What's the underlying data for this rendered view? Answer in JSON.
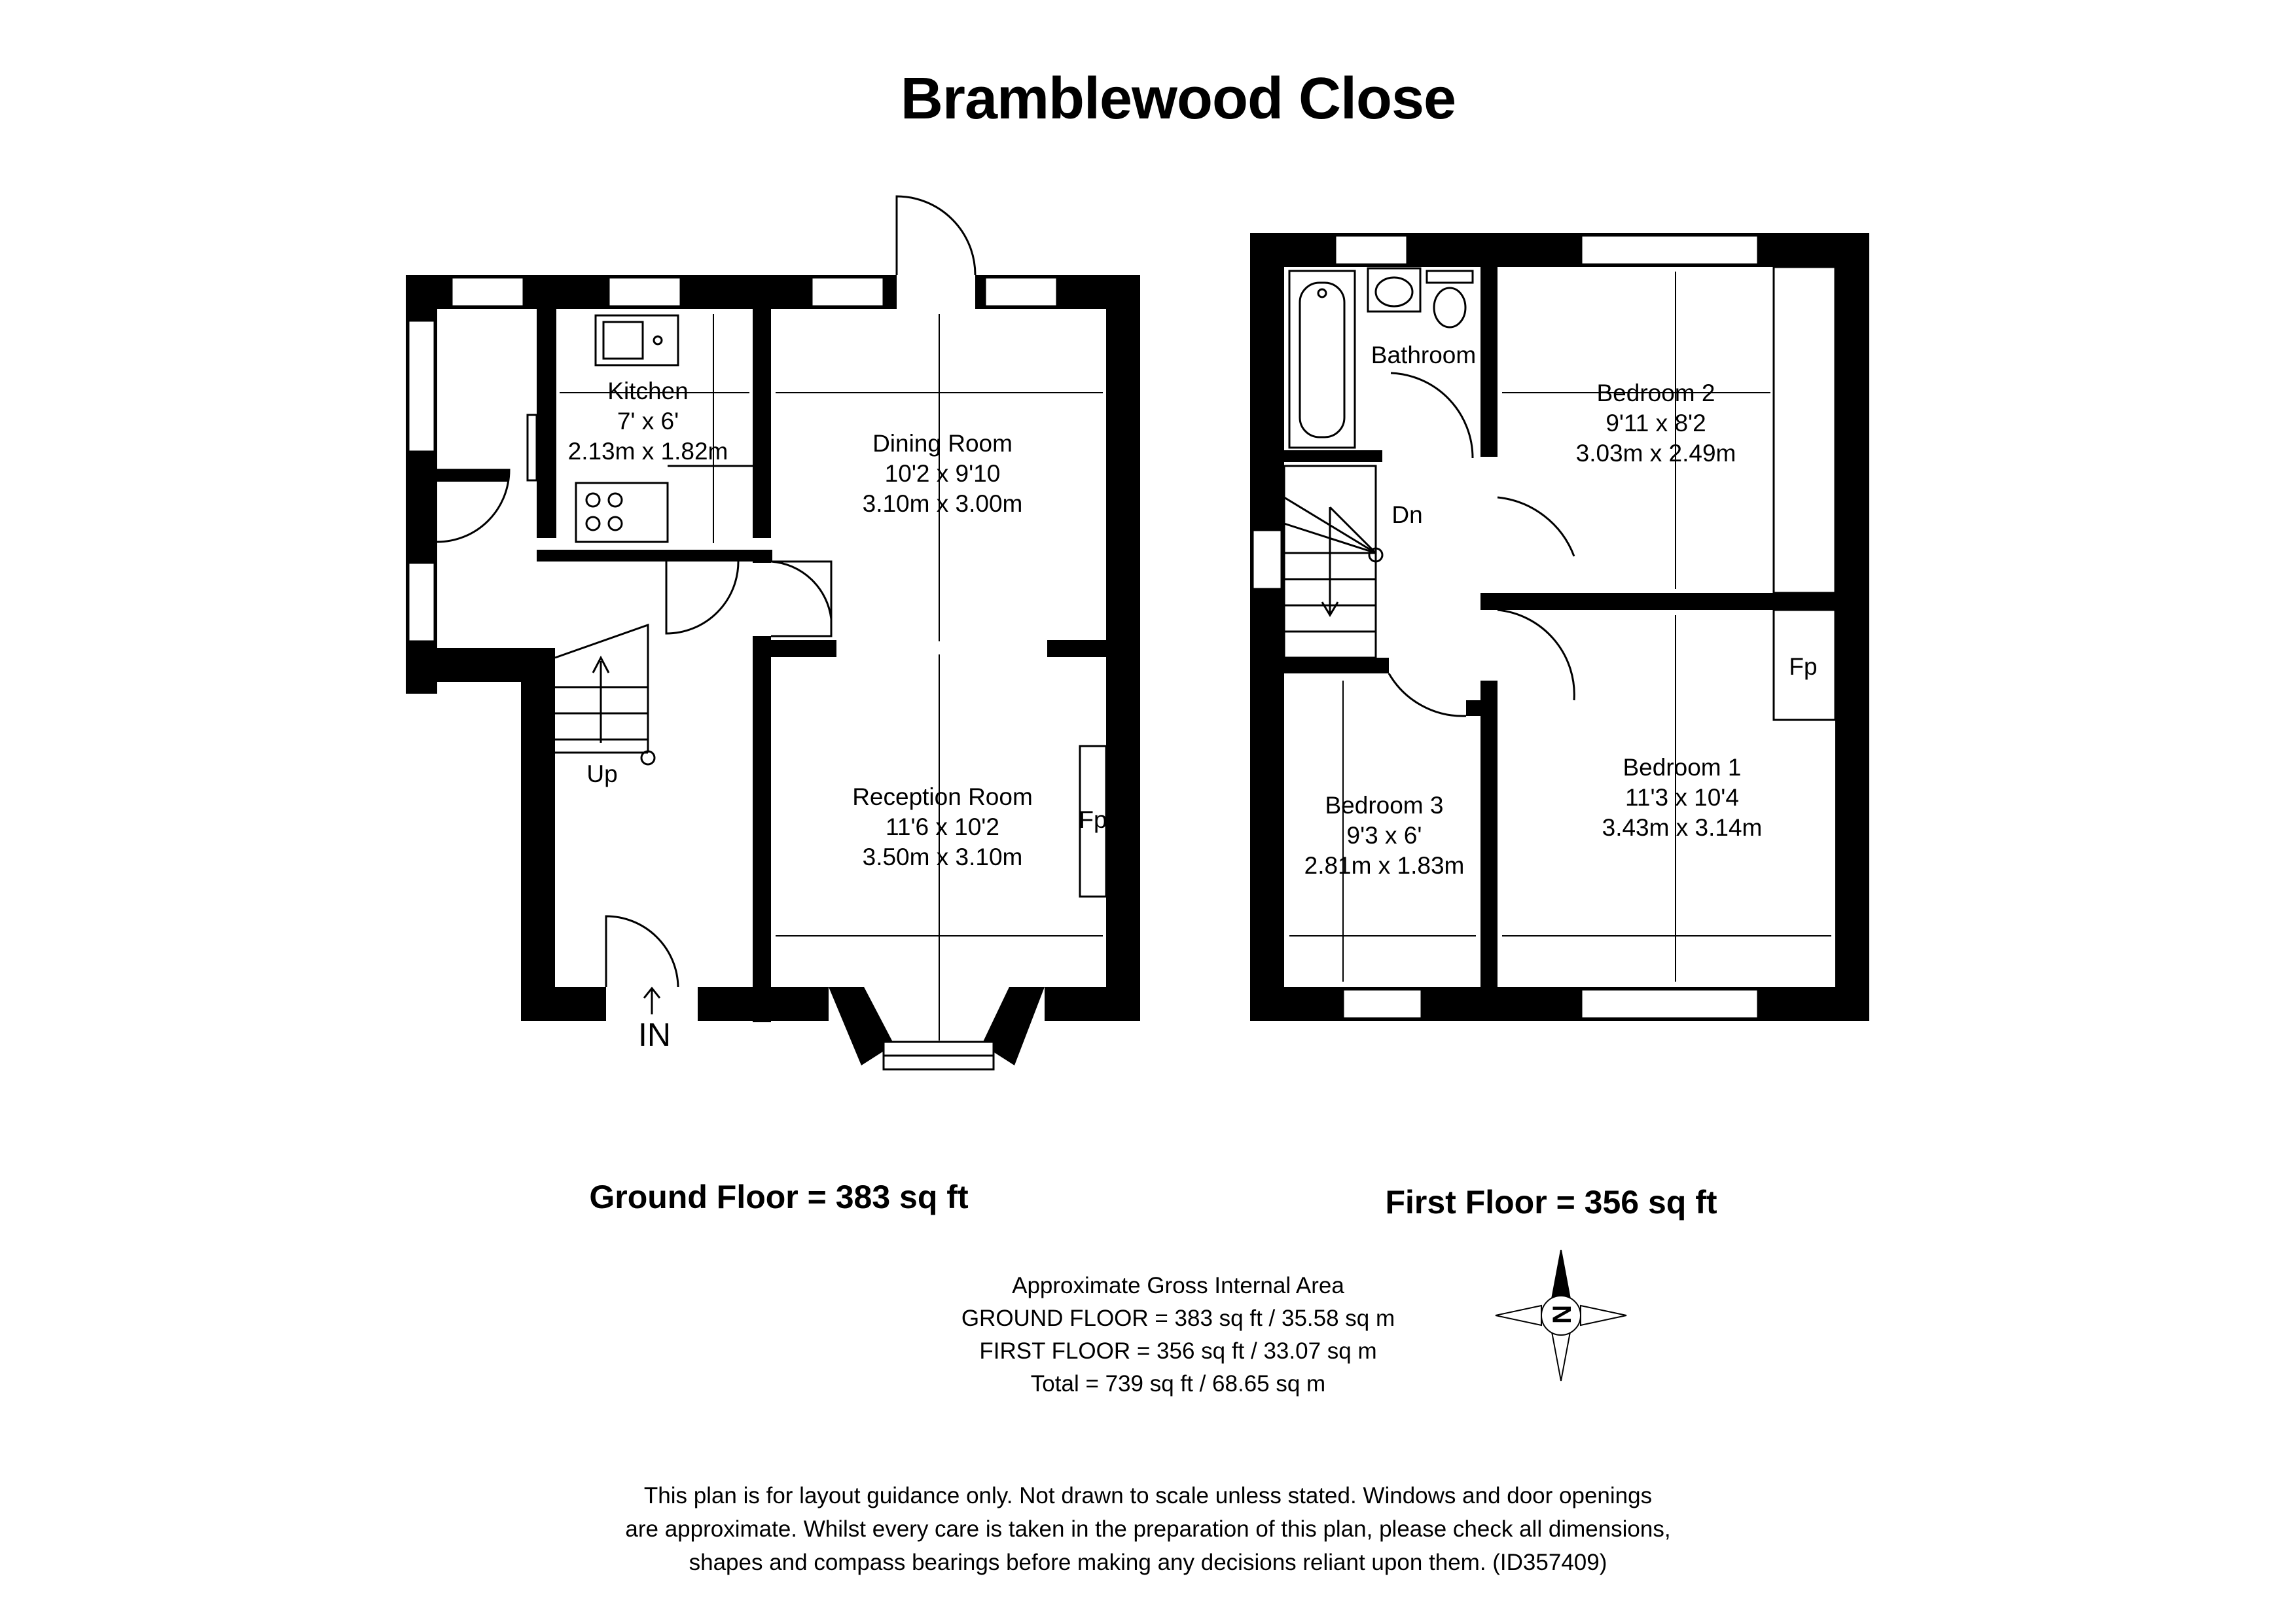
{
  "title": "Bramblewood Close",
  "ground_floor": {
    "heading": "Ground Floor = 383 sq ft",
    "rooms": {
      "kitchen": {
        "name": "Kitchen",
        "imperial": "7' x 6'",
        "metric": "2.13m x 1.82m"
      },
      "dining": {
        "name": "Dining Room",
        "imperial": "10'2 x 9'10",
        "metric": "3.10m x 3.00m"
      },
      "reception": {
        "name": "Reception Room",
        "imperial": "11'6 x 10'2",
        "metric": "3.50m x 3.10m"
      }
    },
    "fireplace_label": "Fp",
    "stairs_label": "Up",
    "entrance_label": "IN"
  },
  "first_floor": {
    "heading": "First Floor = 356 sq ft",
    "rooms": {
      "bathroom": {
        "name": "Bathroom"
      },
      "bedroom1": {
        "name": "Bedroom 1",
        "imperial": "11'3 x 10'4",
        "metric": "3.43m x 3.14m"
      },
      "bedroom2": {
        "name": "Bedroom 2",
        "imperial": "9'11 x 8'2",
        "metric": "3.03m x 2.49m"
      },
      "bedroom3": {
        "name": "Bedroom 3",
        "imperial": "9'3 x 6'",
        "metric": "2.81m x 1.83m"
      }
    },
    "fireplace_label": "Fp",
    "stairs_label": "Dn"
  },
  "area_summary": {
    "heading": "Approximate Gross Internal Area",
    "ground": "GROUND FLOOR = 383 sq ft / 35.58 sq m",
    "first": "FIRST FLOOR = 356 sq ft / 33.07 sq m",
    "total": "Total = 739 sq ft / 68.65 sq m"
  },
  "compass": {
    "letter": "N",
    "icon": "compass-rose-icon"
  },
  "disclaimer": [
    "This plan is for layout guidance only. Not drawn to scale unless stated. Windows and door openings",
    "are approximate. Whilst every care is taken in the preparation of this plan, please check all dimensions,",
    "shapes and compass bearings before making any decisions reliant upon them. (ID357409)"
  ],
  "colors": {
    "wall": "#000000",
    "line": "#000000",
    "background": "#ffffff"
  }
}
